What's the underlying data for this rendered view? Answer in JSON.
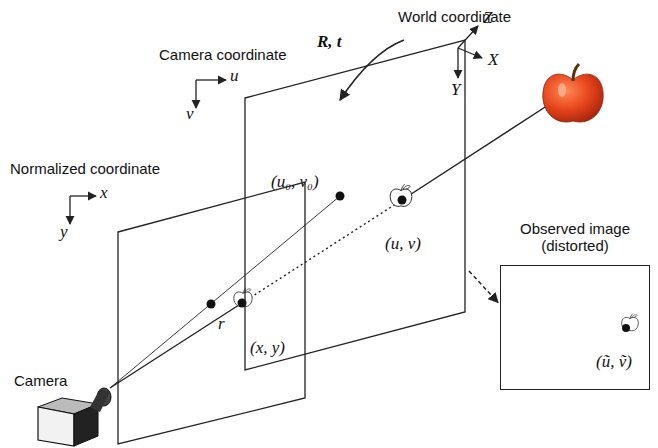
{
  "diagram": {
    "nodes": [
      {
        "text": [
          "Camera coordinate",
          "(u₀, v₀)",
          "(u, v)"
        ]
      },
      {
        "text": [
          "Normalized coordinate",
          "r",
          "(x, y)"
        ]
      },
      {
        "text": [
          "Observed image (distorted)",
          "(ũ, ṽ)"
        ]
      }
    ],
    "edges": [
      {
        "from": 0,
        "to": 2,
        "arrow": "to"
      }
    ],
    "labels": [
      "World coordinate",
      "Z",
      "X",
      "Y",
      "R, t",
      "u",
      "v",
      "x",
      "y",
      "Camera"
    ]
  }
}
